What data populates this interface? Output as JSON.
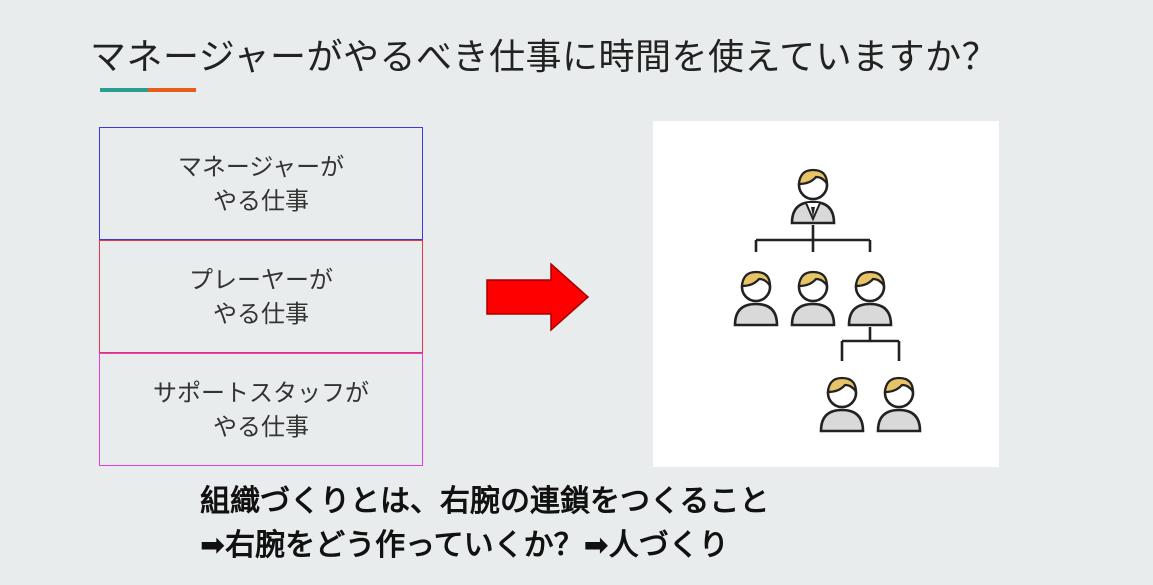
{
  "title": "マネージャーがやるべき仕事に時間を使えていますか？",
  "boxes": [
    {
      "line1": "マネージャーが",
      "line2": "やる仕事",
      "color": "#3a3ad8"
    },
    {
      "line1": "プレーヤーが",
      "line2": "やる仕事",
      "color": "#e5364a"
    },
    {
      "line1": "サポートスタッフが",
      "line2": "やる仕事",
      "color": "#e040e0"
    }
  ],
  "arrow": {
    "icon": "right-arrow-icon",
    "color": "#ff0000"
  },
  "org_chart": {
    "icon": "org-hierarchy-icon",
    "hair_color": "#e8c468",
    "body_color": "#d9d9d9"
  },
  "summary": {
    "line1": "組織づくりとは、右腕の連鎖をつくること",
    "line2": "➡右腕をどう作っていくか？➡人づくり"
  },
  "accent_colors": [
    "#2a9d8f",
    "#e85d1a"
  ]
}
